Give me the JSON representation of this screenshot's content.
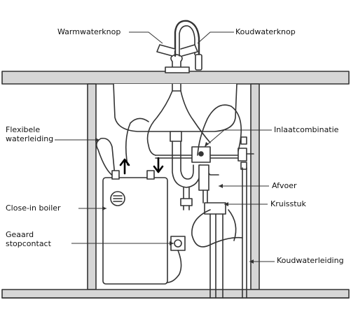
{
  "labels": {
    "warm_knob": "Warmwaterknop",
    "cold_knob": "Koudwaterknop",
    "flex_line_1": "Flexibele",
    "flex_line_2": "waterleiding",
    "inlet": "Inlaatcombinatie",
    "drain": "Afvoer",
    "cross": "Kruisstuk",
    "boiler": "Close-in boiler",
    "socket_line_1": "Geaard",
    "socket_line_2": "stopcontact",
    "cold_line": "Koudwaterleiding"
  },
  "colors": {
    "line": "#333333",
    "cabinet_fill": "#d6d6d6",
    "background": "#ffffff"
  }
}
